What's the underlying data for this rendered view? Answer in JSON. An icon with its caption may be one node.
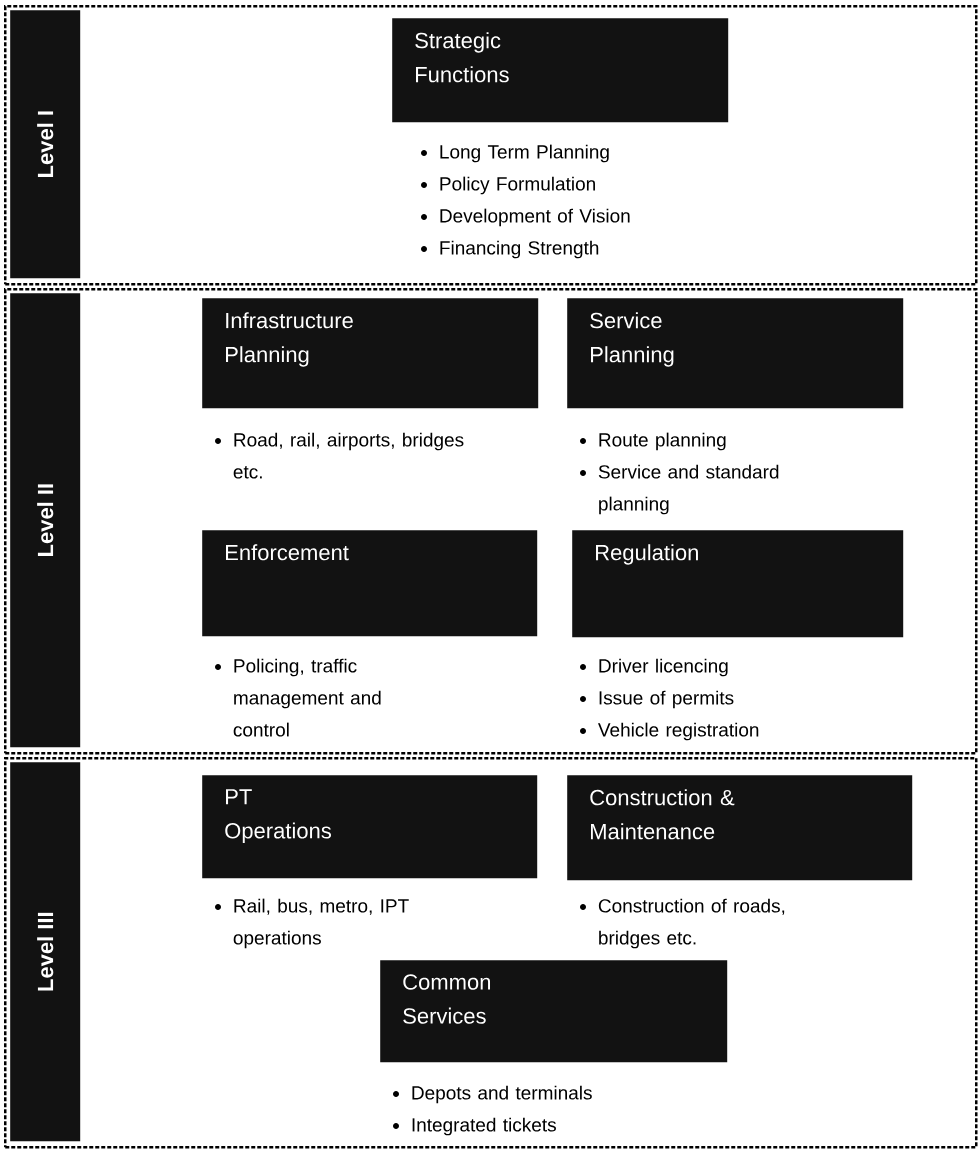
{
  "diagram": {
    "nodes": [
      {
        "text": [
          "Level I"
        ]
      },
      {
        "text": [
          "Strategic Functions"
        ],
        "in": 0,
        "beside": [
          "Long Term Planning",
          "Policy Formulation",
          "Development of Vision",
          "Financing Strength"
        ]
      },
      {
        "text": [
          "Level II"
        ]
      },
      {
        "text": [
          "Infrastructure Planning"
        ],
        "in": 2,
        "beside": [
          "Road, rail, airports, bridges etc."
        ]
      },
      {
        "text": [
          "Service Planning"
        ],
        "in": 2,
        "beside": [
          "Route planning",
          "Service and standard planning"
        ]
      },
      {
        "text": [
          "Enforcement"
        ],
        "in": 2,
        "beside": [
          "Policing, traffic management and control"
        ]
      },
      {
        "text": [
          "Regulation"
        ],
        "in": 2,
        "beside": [
          "Driver licencing",
          "Issue of permits",
          "Vehicle registration"
        ]
      },
      {
        "text": [
          "Level III"
        ]
      },
      {
        "text": [
          "PT Operations"
        ],
        "in": 7,
        "beside": [
          "Rail, bus, metro, IPT operations"
        ]
      },
      {
        "text": [
          "Construction & Maintenance"
        ],
        "in": 7,
        "beside": [
          "Construction of roads, bridges etc."
        ]
      },
      {
        "text": [
          "Common Services"
        ],
        "in": 7,
        "beside": [
          "Depots and terminals",
          "Integrated tickets"
        ]
      }
    ]
  }
}
